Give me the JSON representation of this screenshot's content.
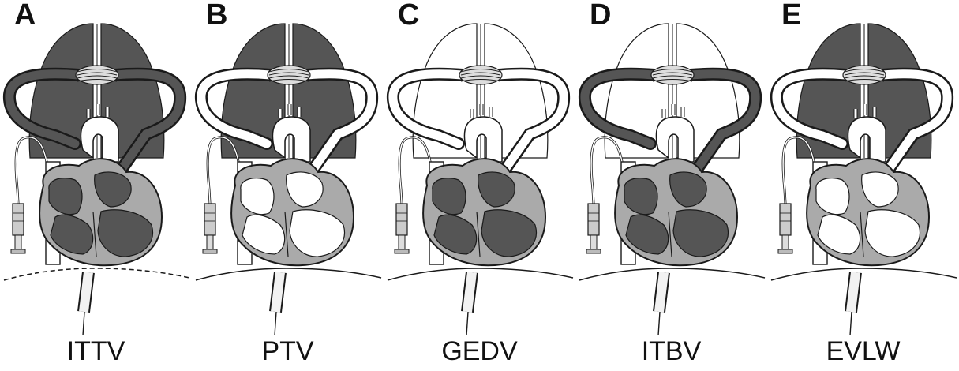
{
  "figure": {
    "panels": [
      {
        "letter": "A",
        "caption": "ITTV",
        "shading": {
          "lungs": "dark",
          "pulmonary_loop": "dark",
          "heart": "dark"
        }
      },
      {
        "letter": "B",
        "caption": "PTV",
        "shading": {
          "lungs": "dark",
          "pulmonary_loop": "light",
          "heart": "light"
        }
      },
      {
        "letter": "C",
        "caption": "GEDV",
        "shading": {
          "lungs": "white",
          "pulmonary_loop": "white",
          "heart": "dark"
        }
      },
      {
        "letter": "D",
        "caption": "ITBV",
        "shading": {
          "lungs": "white",
          "pulmonary_loop": "dark",
          "heart": "dark"
        }
      },
      {
        "letter": "E",
        "caption": "EVLW",
        "shading": {
          "lungs": "dark",
          "pulmonary_loop": "light",
          "heart": "light"
        }
      }
    ],
    "colors": {
      "dark": "#555555",
      "mid": "#aaaaaa",
      "light": "#ffffff",
      "white": "#ffffff",
      "outline": "#1a1a1a"
    }
  }
}
